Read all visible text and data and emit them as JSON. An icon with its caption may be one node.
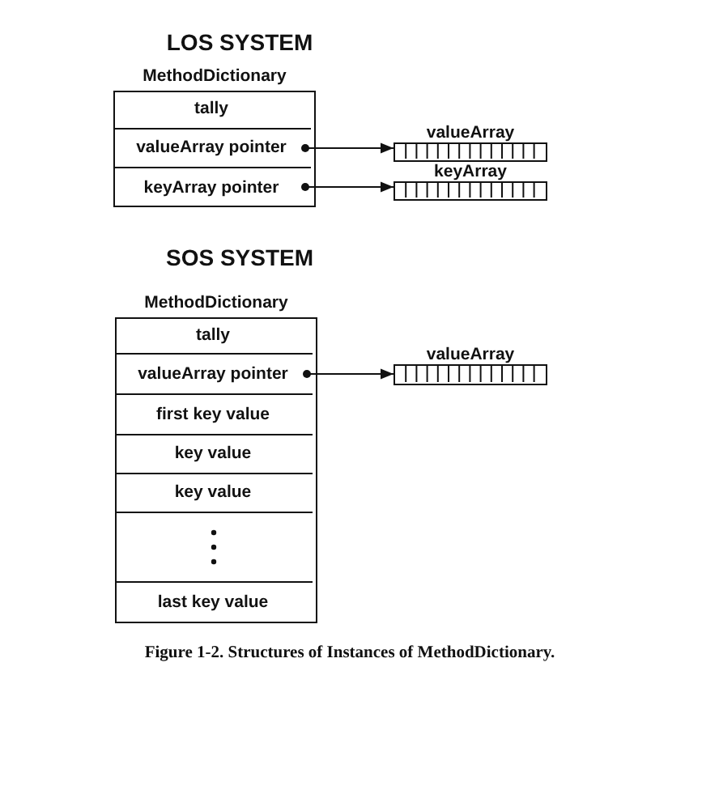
{
  "diagram": {
    "caption": "Figure 1-2. Structures of Instances of MethodDictionary.",
    "nodes": [
      {
        "text": [
          "MethodDictionary"
        ]
      },
      {
        "text": [
          "tally"
        ],
        "in": 0
      },
      {
        "text": [
          "valueArray pointer"
        ],
        "in": 0
      },
      {
        "text": [
          "keyArray pointer"
        ],
        "in": 0
      },
      {
        "text": [
          "valueArray"
        ]
      },
      {
        "text": [
          "keyArray"
        ]
      },
      {
        "text": [
          "MethodDictionary"
        ]
      },
      {
        "text": [
          "tally"
        ],
        "in": 6
      },
      {
        "text": [
          "valueArray pointer"
        ],
        "in": 6
      },
      {
        "text": [
          "first key value"
        ],
        "in": 6
      },
      {
        "text": [
          "key value"
        ],
        "in": 6
      },
      {
        "text": [
          "key value"
        ],
        "in": 6
      },
      {
        "text": [],
        "shape": "box",
        "in": 6
      },
      {
        "text": [
          "last key value"
        ],
        "in": 6
      },
      {
        "text": [
          "valueArray"
        ]
      }
    ],
    "edges": [
      {
        "from": 2,
        "to": 4,
        "arrow": "to"
      },
      {
        "from": 3,
        "to": 5,
        "arrow": "to"
      },
      {
        "from": 8,
        "to": 14,
        "arrow": "to"
      }
    ],
    "labels": [
      "LOS SYSTEM",
      "SOS SYSTEM"
    ]
  }
}
